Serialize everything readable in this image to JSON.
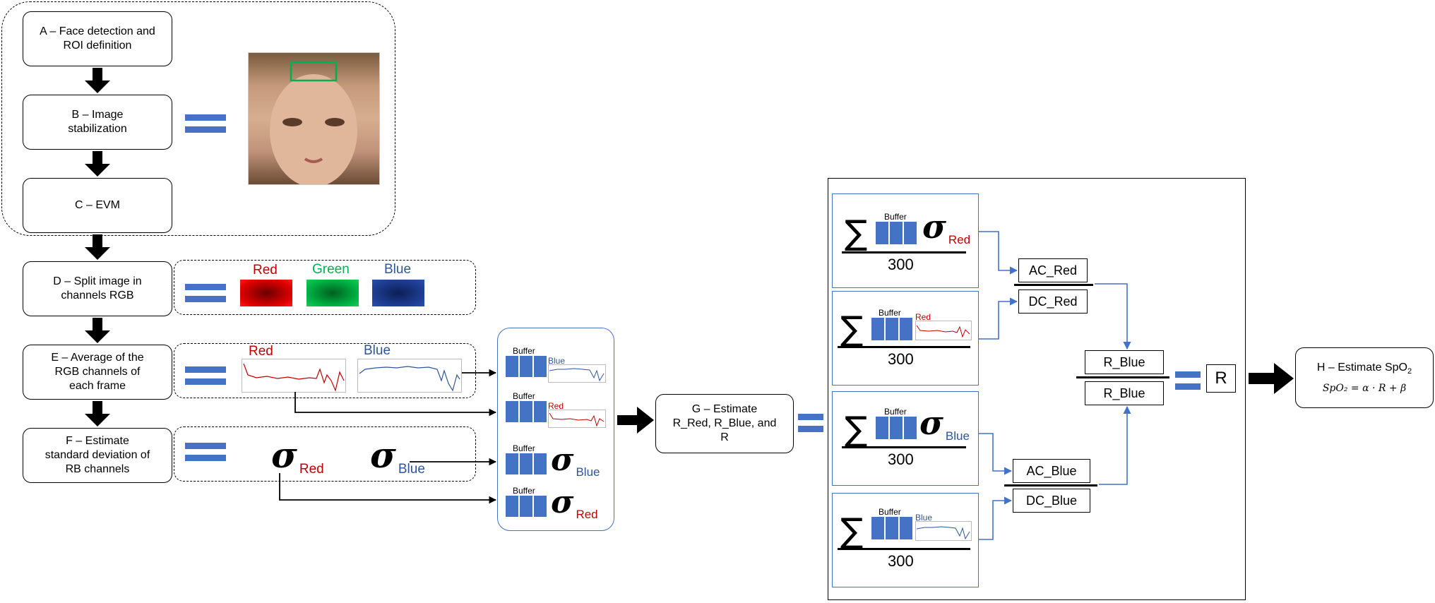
{
  "steps": {
    "A": "A – Face detection and\nROI definition",
    "B": "B – Image\nstabilization",
    "C": "C – EVM",
    "D": "D – Split image in\nchannels RGB",
    "E": "E – Average of the\nRGB channels of\neach frame",
    "F": "F – Estimate\nstandard deviation of\nRB channels",
    "G": "G – Estimate\nR_Red, R_Blue, and\nR",
    "H": "H – Estimate SpO",
    "H_sub": "2"
  },
  "channels": {
    "red": "Red",
    "green": "Green",
    "blue": "Blue"
  },
  "sigma": {
    "symbol": "σ",
    "red": "Red",
    "blue": "Blue"
  },
  "buffer": "Buffer",
  "sum_symbol": "∑",
  "denominator": "300",
  "fractions": {
    "ac_red": "AC_Red",
    "dc_red": "DC_Red",
    "ac_blue": "AC_Blue",
    "dc_blue": "DC_Blue",
    "r_blue_top": "R_Blue",
    "r_blue_bottom": "R_Blue",
    "r": "R"
  },
  "formula": "SpO₂ = α · R + β",
  "colors": {
    "accent": "#4472c4",
    "red": "#c00000",
    "green": "#00b050",
    "blue": "#2f5597"
  }
}
